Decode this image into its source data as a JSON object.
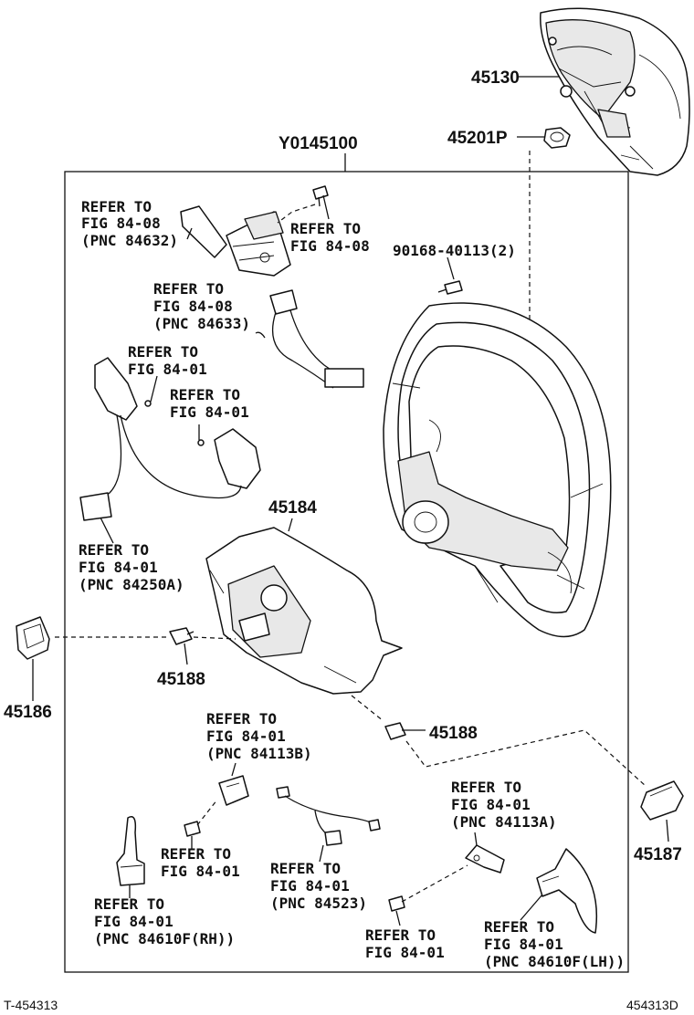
{
  "parts": {
    "p45130": "45130",
    "p45201p": "45201P",
    "y0145100": "Y0145100",
    "p45184": "45184",
    "p45188a": "45188",
    "p45188b": "45188",
    "p45186": "45186",
    "p45187": "45187",
    "bolt": "90168-40113(2)"
  },
  "refs": {
    "r1": [
      "REFER TO",
      "FIG 84-08",
      "(PNC 84632)"
    ],
    "r2": [
      "REFER TO",
      "FIG 84-08"
    ],
    "r3": [
      "REFER TO",
      "FIG 84-08",
      "(PNC 84633)"
    ],
    "r4": [
      "REFER TO",
      "FIG 84-01"
    ],
    "r5": [
      "REFER TO",
      "FIG 84-01"
    ],
    "r6": [
      "REFER TO",
      "FIG 84-01",
      "(PNC 84250A)"
    ],
    "r7": [
      "REFER TO",
      "FIG 84-01",
      "(PNC 84113B)"
    ],
    "r8": [
      "REFER TO",
      "FIG 84-01"
    ],
    "r9": [
      "REFER TO",
      "FIG 84-01",
      "(PNC 84523)"
    ],
    "r10": [
      "REFER TO",
      "FIG 84-01",
      "(PNC 84113A)"
    ],
    "r11": [
      "REFER TO",
      "FIG 84-01",
      "(PNC 84610F(RH))"
    ],
    "r12": [
      "REFER TO",
      "FIG 84-01"
    ],
    "r13": [
      "REFER TO",
      "FIG 84-01",
      "(PNC 84610F(LH))"
    ]
  },
  "footer": {
    "left": "T-454313",
    "right": "454313D"
  }
}
